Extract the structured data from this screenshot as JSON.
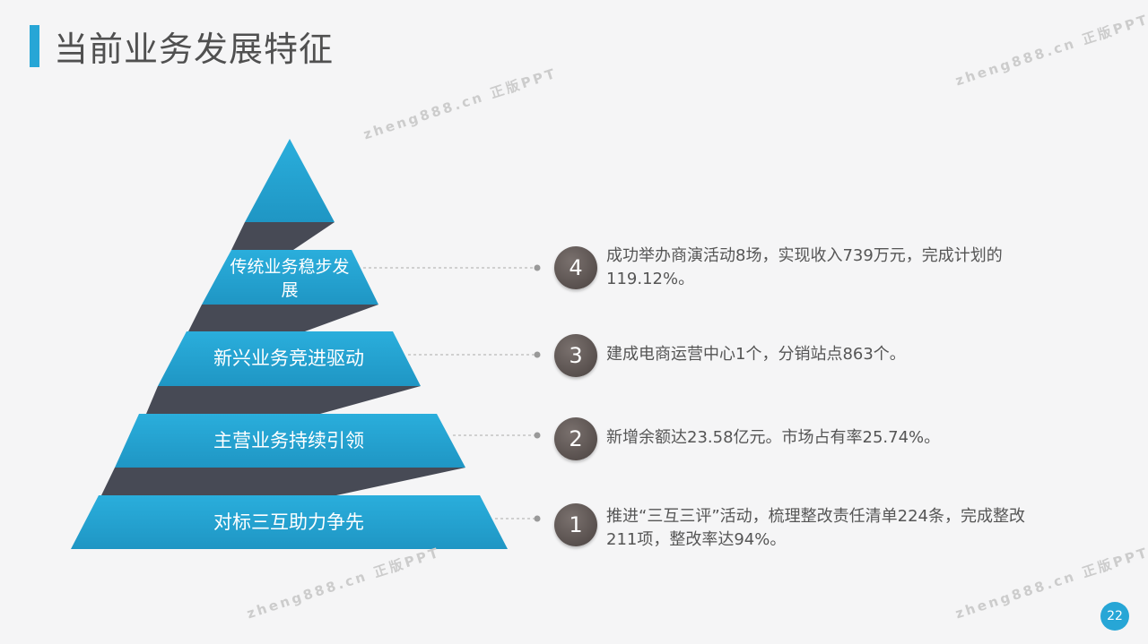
{
  "title": "当前业务发展特征",
  "tiers": [
    {
      "label": "传统业务稳步发展",
      "number": "4",
      "text": "成功举办商演活动8场，实现收入739万元，完成计划的119.12%。"
    },
    {
      "label": "新兴业务竞进驱动",
      "number": "3",
      "text": "建成电商运营中心1个，分销站点863个。"
    },
    {
      "label": "主营业务持续引领",
      "number": "2",
      "text": "新增余额达23.58亿元。市场占有率25.74%。"
    },
    {
      "label": "对标三互助力争先",
      "number": "1",
      "text": "推进“三互三评”活动，梳理整改责任清单224条，完成整改211项，整改率达94%。"
    }
  ],
  "watermark": "zheng888.cn 正版PPT",
  "page_number": "22",
  "colors": {
    "accent": "#27a6d6",
    "band": "#474a55",
    "circle": "#5a5250"
  }
}
